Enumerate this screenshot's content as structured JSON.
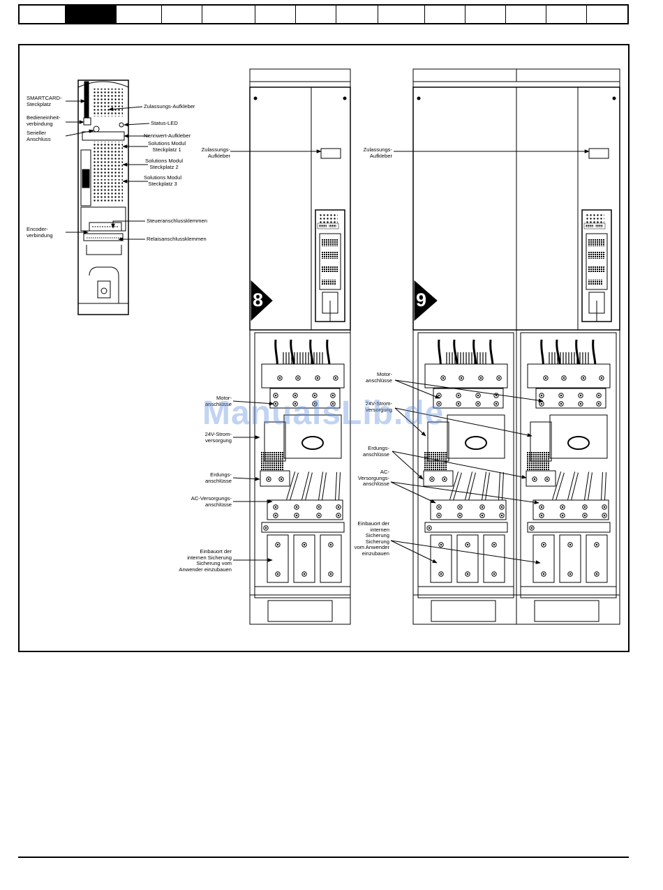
{
  "header": {
    "tabs": [
      {
        "active": false
      },
      {
        "active": true
      },
      {
        "active": false
      },
      {
        "active": false
      },
      {
        "active": false
      },
      {
        "active": false
      },
      {
        "active": false
      },
      {
        "active": false
      },
      {
        "active": false
      },
      {
        "active": false
      },
      {
        "active": false
      },
      {
        "active": false
      },
      {
        "active": false
      },
      {
        "active": false
      }
    ]
  },
  "figure": {
    "module_labels": {
      "smartcard": "SMARTCARD-\nSteckplatz",
      "keypad_connection": "Bedieneinheit-\nverbindung",
      "serial_port": "Serieller\nAnschluss",
      "approval_sticker_module": "Zulassungs-Aufkleber",
      "status_led": "Status-LED",
      "rating_sticker": "Nennwert-Aufkleber",
      "solutions_slot_1": "Solutions Modul\nSteckplatz 1",
      "solutions_slot_2": "Solutions Modul\nSteckplatz 2",
      "solutions_slot_3": "Solutions Modul\nSteckplatz 3",
      "encoder_connection": "Encoder-\nverbindung",
      "control_terminals": "Steueranschlussklemmen",
      "relay_terminals": "Relaisanschlussklemmen"
    },
    "size8": {
      "badge": "8",
      "approval_sticker": "Zulassungs-\nAufkleber",
      "motor_terminals": "Motor-\nanschlüsse",
      "supply_24v": "24V-Strom-\nversorgung",
      "ground_terminals": "Erdungs-\nanschlüsse",
      "ac_supply_terminals": "AC-Versorgungs-\nanschlüsse",
      "fuse_location": "Einbauort der\ninternen Sicherung\nSicherung vom\nAnwender einzubauen"
    },
    "size9": {
      "badge": "9",
      "approval_sticker": "Zulassungs-\nAufkleber",
      "motor_terminals": "Motor-\nanschlüsse",
      "supply_24v": "24V-Strom-\nversorgung",
      "ground_terminals": "Erdungs-\nanschlüsse",
      "ac_supply_terminals": "AC-\nVersorgungs-\nanschlüsse",
      "fuse_location": "Einbauort der\ninternen\nSicherung\nSicherung\nvom Anwender\neinzubauen"
    },
    "watermark": "ManualsLib.de"
  },
  "colors": {
    "line": "#000000",
    "tab_active": "#000000",
    "watermark": "#5a8cdc"
  }
}
